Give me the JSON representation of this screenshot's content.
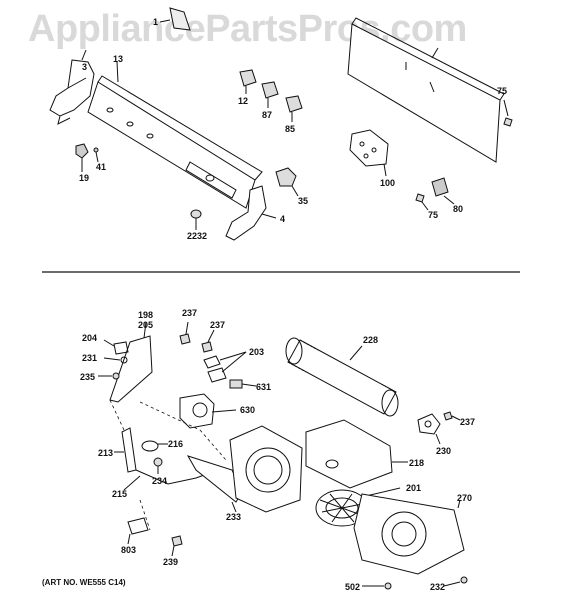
{
  "watermark": "AppliancePartsPros.com",
  "art_number": "(ART NO. WE555 C14)",
  "callouts": {
    "c1": "1",
    "c3": "3",
    "c13": "13",
    "c12": "12",
    "c87": "87",
    "c85": "85",
    "c19": "19",
    "c41": "41",
    "c35": "35",
    "c4": "4",
    "c2232": "2232",
    "c100": "100",
    "c75a": "75",
    "c75b": "75",
    "c80": "80",
    "c198": "198",
    "c205": "205",
    "c204": "204",
    "c231": "231",
    "c235": "235",
    "c237a": "237",
    "c237b": "237",
    "c203": "203",
    "c631": "631",
    "c630": "630",
    "c228": "228",
    "c237c": "237",
    "c230": "230",
    "c216": "216",
    "c213": "213",
    "c234": "234",
    "c215": "215",
    "c233": "233",
    "c218": "218",
    "c201": "201",
    "c270": "270",
    "c803": "803",
    "c239": "239",
    "c502": "502",
    "c232": "232"
  }
}
